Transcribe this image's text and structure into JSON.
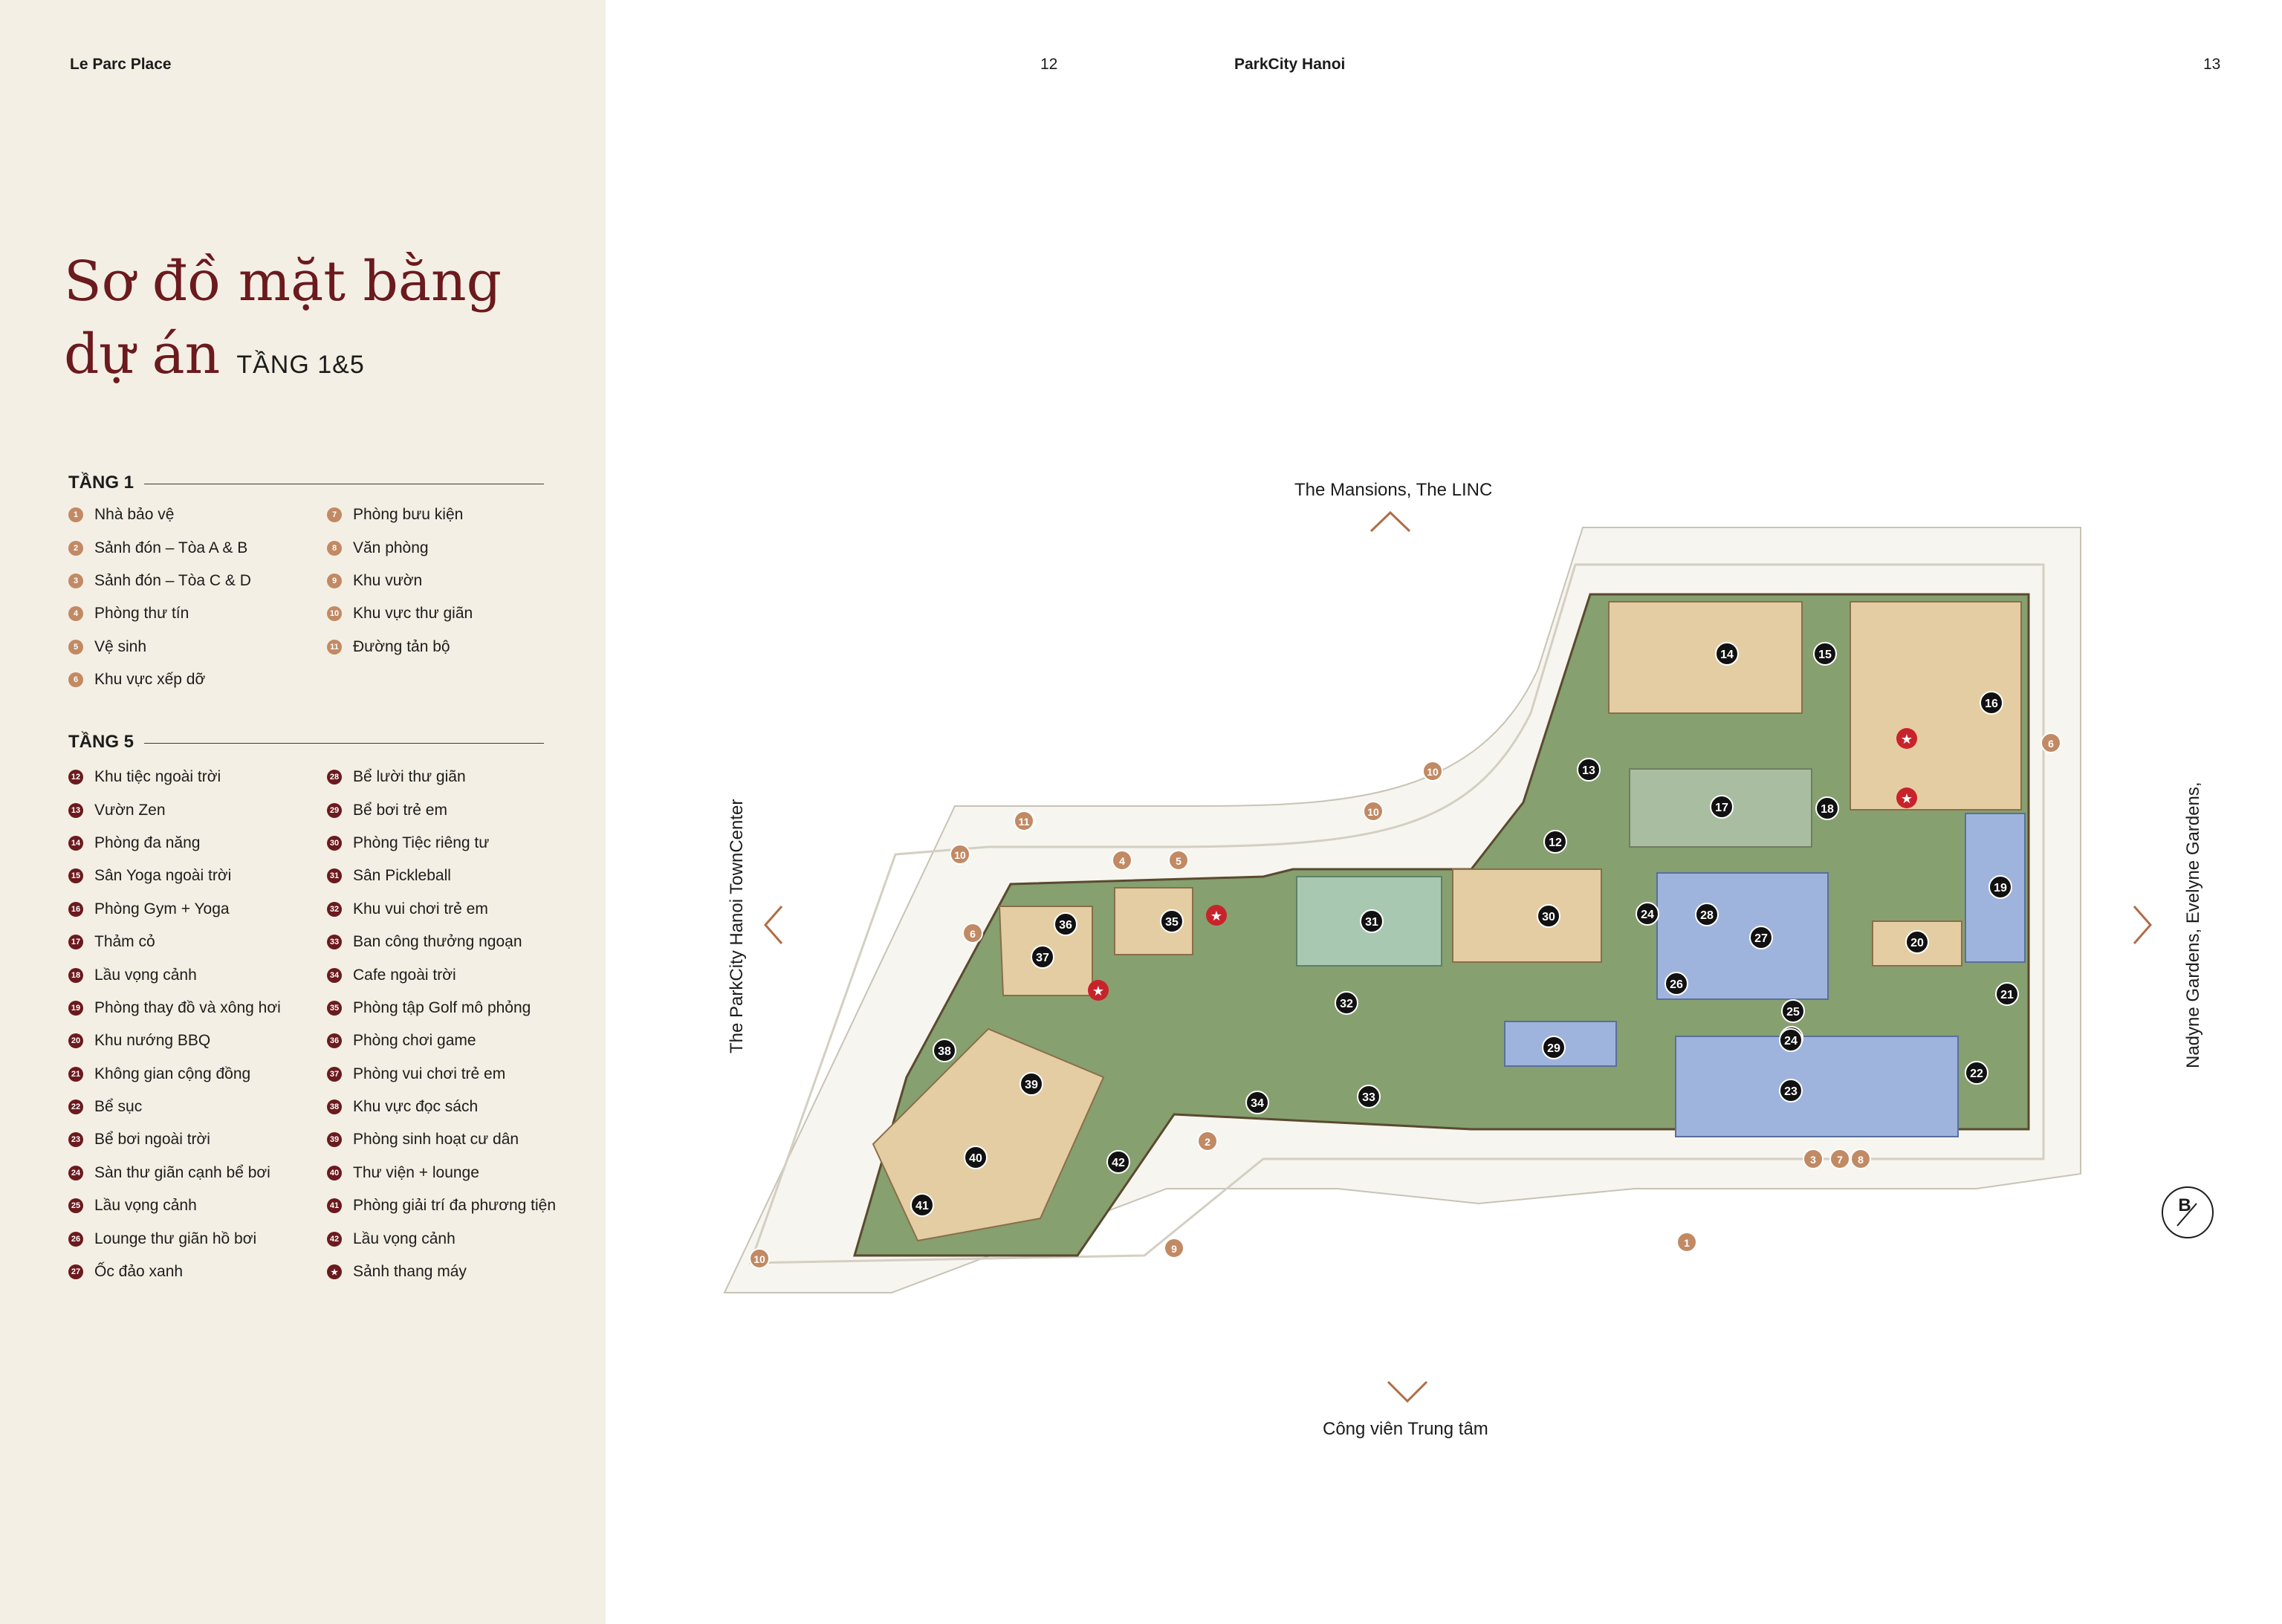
{
  "header": {
    "left_title": "Le Parc Place",
    "left_page": "12",
    "right_title": "ParkCity Hanoi",
    "right_page": "13"
  },
  "title": {
    "line1": "Sơ đồ mặt bằng",
    "line2": "dự án",
    "floors": "TẦNG 1&5"
  },
  "floor1": {
    "heading": "TẦNG 1",
    "col1": [
      {
        "n": "1",
        "label": "Nhà bảo vệ"
      },
      {
        "n": "2",
        "label": "Sảnh đón – Tòa A & B"
      },
      {
        "n": "3",
        "label": "Sảnh đón – Tòa C & D"
      },
      {
        "n": "4",
        "label": "Phòng thư tín"
      },
      {
        "n": "5",
        "label": "Vệ sinh"
      },
      {
        "n": "6",
        "label": "Khu vực xếp dỡ"
      }
    ],
    "col2": [
      {
        "n": "7",
        "label": "Phòng bưu kiện"
      },
      {
        "n": "8",
        "label": "Văn phòng"
      },
      {
        "n": "9",
        "label": "Khu vườn"
      },
      {
        "n": "10",
        "label": "Khu vực thư giãn"
      },
      {
        "n": "11",
        "label": "Đường tản bộ"
      }
    ]
  },
  "floor5": {
    "heading": "TẦNG 5",
    "col1": [
      {
        "n": "12",
        "label": "Khu tiệc ngoài trời"
      },
      {
        "n": "13",
        "label": "Vườn Zen"
      },
      {
        "n": "14",
        "label": "Phòng đa năng"
      },
      {
        "n": "15",
        "label": "Sân Yoga ngoài trời"
      },
      {
        "n": "16",
        "label": "Phòng Gym + Yoga"
      },
      {
        "n": "17",
        "label": "Thảm cỏ"
      },
      {
        "n": "18",
        "label": "Lầu vọng cảnh"
      },
      {
        "n": "19",
        "label": "Phòng thay đồ và xông hơi"
      },
      {
        "n": "20",
        "label": "Khu nướng BBQ"
      },
      {
        "n": "21",
        "label": "Không gian cộng đồng"
      },
      {
        "n": "22",
        "label": "Bể sục"
      },
      {
        "n": "23",
        "label": "Bể bơi ngoài trời"
      },
      {
        "n": "24",
        "label": "Sàn thư giãn cạnh bể bơi"
      },
      {
        "n": "25",
        "label": "Lầu vọng cảnh"
      },
      {
        "n": "26",
        "label": "Lounge thư giãn hồ bơi"
      },
      {
        "n": "27",
        "label": "Ốc đảo xanh"
      }
    ],
    "col2": [
      {
        "n": "28",
        "label": "Bể lười thư giãn"
      },
      {
        "n": "29",
        "label": "Bể bơi trẻ em"
      },
      {
        "n": "30",
        "label": "Phòng Tiệc riêng tư"
      },
      {
        "n": "31",
        "label": "Sân Pickleball"
      },
      {
        "n": "32",
        "label": "Khu vui chơi trẻ em"
      },
      {
        "n": "33",
        "label": "Ban công thưởng ngoạn"
      },
      {
        "n": "34",
        "label": "Cafe ngoài trời"
      },
      {
        "n": "35",
        "label": "Phòng tập Golf mô phỏng"
      },
      {
        "n": "36",
        "label": "Phòng chơi game"
      },
      {
        "n": "37",
        "label": "Phòng vui chơi trẻ em"
      },
      {
        "n": "38",
        "label": "Khu vực đọc sách"
      },
      {
        "n": "39",
        "label": "Phòng sinh hoạt cư dân"
      },
      {
        "n": "40",
        "label": "Thư viện + lounge"
      },
      {
        "n": "41",
        "label": "Phòng giải trí đa phương tiện"
      },
      {
        "n": "42",
        "label": "Lầu vọng cảnh"
      },
      {
        "n": "★",
        "label": "Sảnh thang máy"
      }
    ]
  },
  "map": {
    "north_label": "The Mansions, The LINC",
    "south_label": "Công viên Trung tâm",
    "west_label": "The ParkCity Hanoi TownCenter",
    "east_label": "Nadyne Gardens, Evelyne Gardens,",
    "compass": "B",
    "markers_floor1": [
      "1",
      "2",
      "3",
      "7",
      "8",
      "4",
      "5",
      "6",
      "6",
      "9",
      "10",
      "10",
      "10",
      "10",
      "10",
      "11"
    ],
    "markers_floor5": [
      "12",
      "13",
      "14",
      "15",
      "16",
      "17",
      "18",
      "19",
      "20",
      "21",
      "22",
      "23",
      "24",
      "24",
      "24",
      "25",
      "26",
      "27",
      "28",
      "29",
      "30",
      "31",
      "32",
      "33",
      "34",
      "35",
      "36",
      "37",
      "38",
      "39",
      "40",
      "41",
      "42"
    ]
  },
  "colors": {
    "panel": "#f4efe4",
    "title": "#6b1a1e",
    "floor1_badge": "#c18a64",
    "floor5_badge": "#6b1a1e",
    "building": "#e5cda3",
    "garden": "#7d9866",
    "pool": "#9fb4dc",
    "court": "#a9c8b1"
  }
}
